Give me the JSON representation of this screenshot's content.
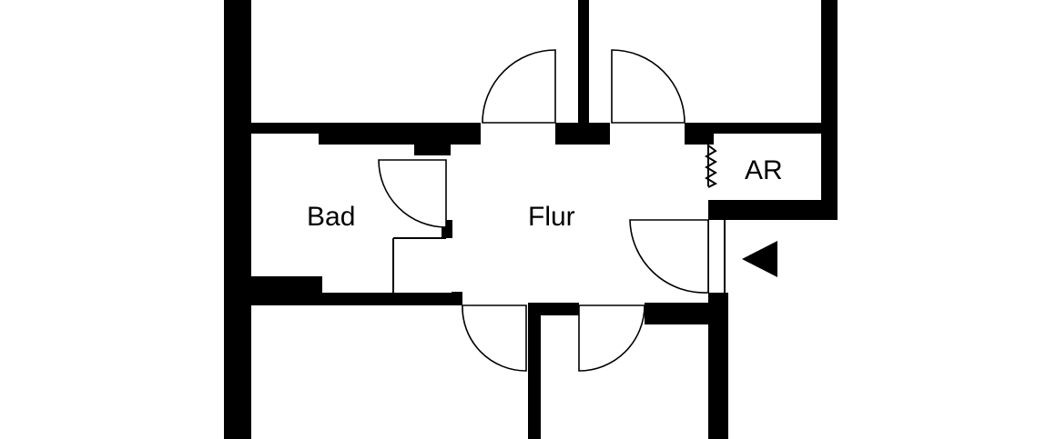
{
  "floor_plan": {
    "rooms": {
      "bathroom": "Bad",
      "hallway": "Flur",
      "storage": "AR"
    },
    "entrance_marker": "entrance-arrow-icon",
    "colors": {
      "walls": "#000000",
      "background": "#ffffff"
    }
  }
}
